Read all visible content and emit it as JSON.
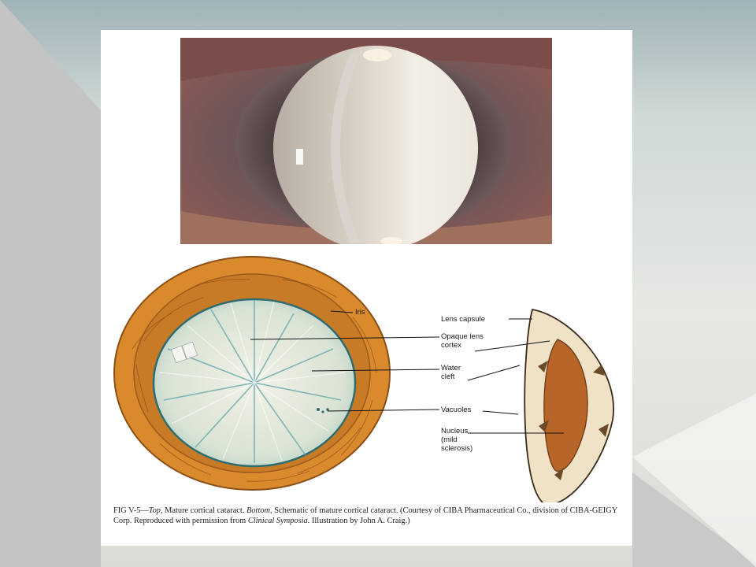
{
  "figure": {
    "labels": {
      "iris": "Iris",
      "lens_capsule": "Lens capsule",
      "opaque_cortex": "Opaque lens\ncortex",
      "water_cleft": "Water\ncleft",
      "vacuoles": "Vacuoles",
      "nucleus": "Nucleus\n(mild\nsclerosis)"
    },
    "caption": {
      "fig_no": "FIG V-5—",
      "top": "Top,",
      "part1": " Mature cortical cataract. ",
      "bottom": "Bottom,",
      "part2": " Schematic of mature cortical cataract. (Courtesy of CIBA Pharmaceutical Co., division of CIBA-GEIGY Corp. Reproduced with permission from ",
      "journal": "Clinical Symposia.",
      "part3": " Illustration by John A. Craig.)"
    }
  },
  "colors": {
    "iris_orange": "#d98a2c",
    "lens_pale": "#dfe6d6",
    "lens_blue": "#5fa3a7",
    "nucleus_brown": "#b8652a",
    "capsule_cream": "#efe2c6"
  }
}
